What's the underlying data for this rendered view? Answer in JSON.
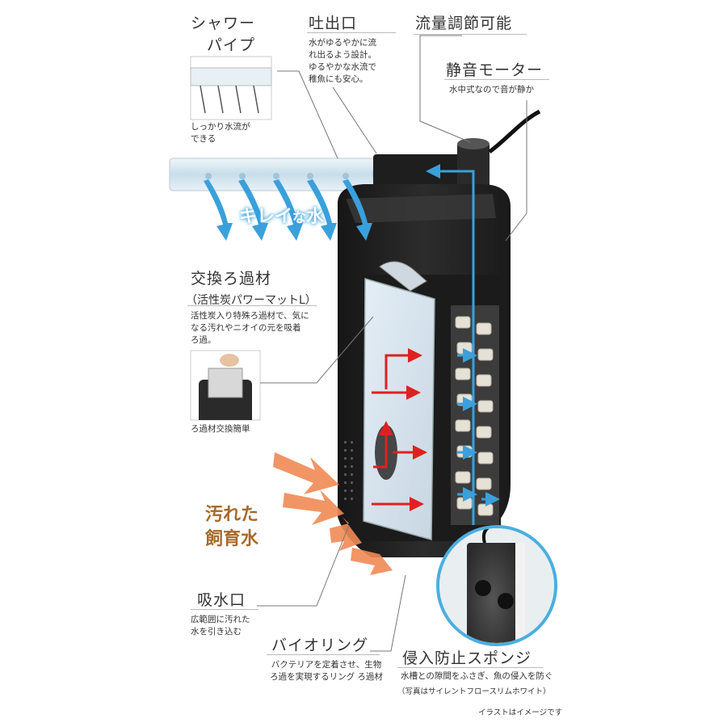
{
  "labels": {
    "shower_pipe": {
      "title_line1": "シャワー",
      "title_line2": "パイプ",
      "desc_line1": "しっかり水流が",
      "desc_line2": "できる"
    },
    "outlet": {
      "title": "吐出口",
      "desc_line1": "水がゆるやかに流",
      "desc_line2": "れ出るよう設計。",
      "desc_line3": "ゆるやかな水流で",
      "desc_line4": "稚魚にも安心。"
    },
    "flow_adjust": {
      "title": "流量調節可能"
    },
    "silent_motor": {
      "title": "静音モーター",
      "desc": "水中式なので音が静か"
    },
    "filter_media": {
      "title": "交換ろ過材",
      "subtitle": "（活性炭パワーマットL）",
      "desc_line1": "活性炭入り特殊ろ過材で、気に",
      "desc_line2": "なる汚れやニオイの元を吸着",
      "desc_line3": "ろ過。",
      "photo_caption": "ろ過材交換簡単"
    },
    "clean_water": {
      "text_a": "キレイ",
      "text_b": "な",
      "text_c": "水"
    },
    "dirty_water": {
      "line1": "汚れた",
      "line2": "飼育水"
    },
    "intake": {
      "title": "吸水口",
      "desc_line1": "広範囲に汚れた",
      "desc_line2": "水を引き込む"
    },
    "bio_ring": {
      "title": "バイオリング",
      "desc_line1": "バクテリアを定着させ、生物",
      "desc_line2": "ろ過を実現するリング ろ過材"
    },
    "sponge": {
      "title": "侵入防止スポンジ",
      "desc": "水槽との隙間をふさぎ、魚の侵入を防ぐ",
      "note": "（写真はサイレントフロースリムホワイト）"
    },
    "disclaimer": "イラストはイメージです"
  },
  "colors": {
    "blue_arrow": "#3aa0dc",
    "red_arrow": "#e02020",
    "orange_arrow": "#f08a55",
    "dirty_text": "#a8692b",
    "clean_text": "#ffffff",
    "body_dark": "#222222",
    "callout_ring": "#4aaee0"
  }
}
